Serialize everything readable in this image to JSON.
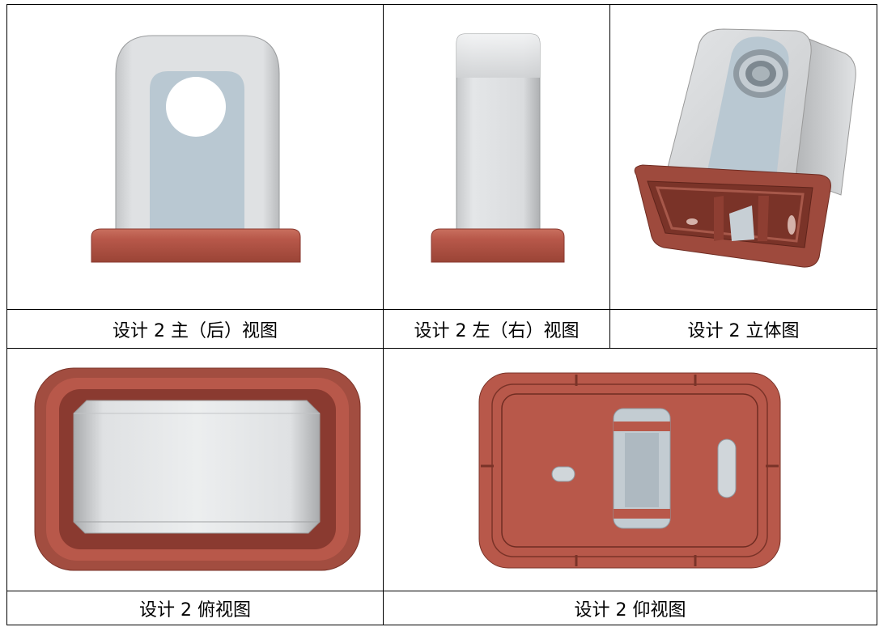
{
  "captions": {
    "front": "设计 2 主（后）视图",
    "left": "设计 2 左（右）视图",
    "iso": "设计 2 立体图",
    "top": "设计 2 俯视图",
    "bottom": "设计 2 仰视图"
  },
  "colors": {
    "body_gray": "#d6d8da",
    "window_blue": "#b9c8d2",
    "base_red": "#b8584a",
    "base_dark": "#8a3a30"
  }
}
